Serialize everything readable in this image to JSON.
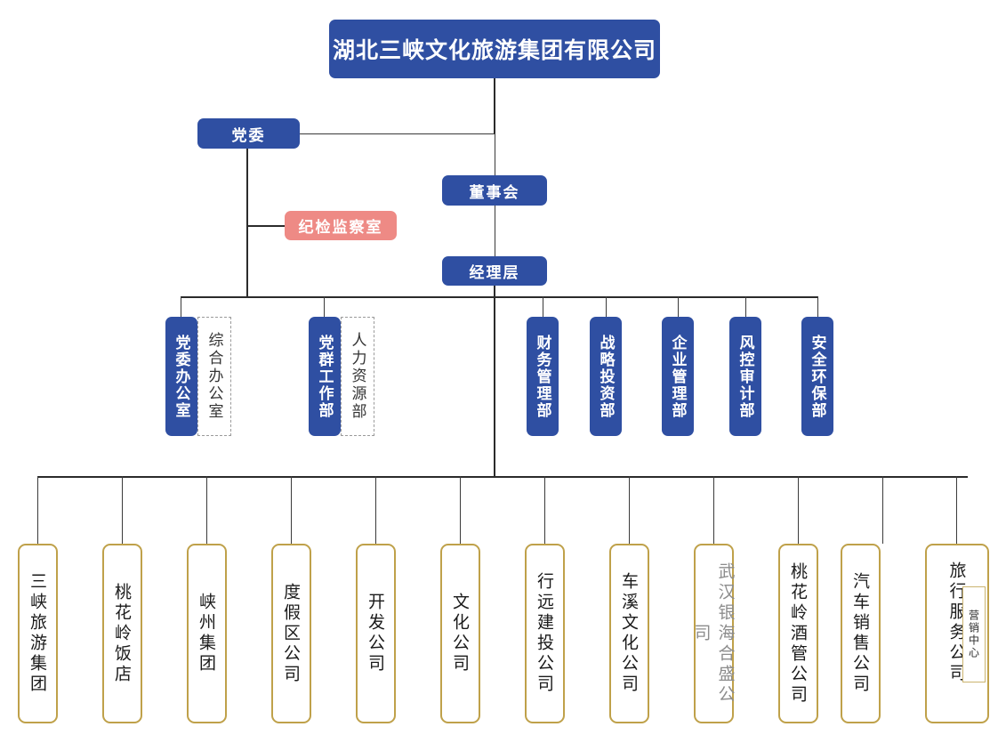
{
  "chart": {
    "type": "org-chart",
    "title": "湖北三峡文化旅游集团有限公司",
    "colors": {
      "primary_blue": "#2F4FA2",
      "accent_salmon": "#EE8A85",
      "subsidiary_gold": "#BFA14A",
      "connector": "#2b2b2b",
      "muted_text": "#8c8c8c"
    }
  },
  "root": {
    "label": "湖北三峡文化旅游集团有限公司"
  },
  "governance": {
    "party_committee": {
      "label": "党委"
    },
    "board": {
      "label": "董事会"
    },
    "management": {
      "label": "经理层"
    },
    "discipline": {
      "label": "纪检监察室"
    }
  },
  "departments": [
    {
      "primary": "党委办公室",
      "secondary": "综合办公室"
    },
    {
      "primary": "党群工作部",
      "secondary": "人力资源部"
    },
    {
      "primary": "财务管理部",
      "secondary": null
    },
    {
      "primary": "战略投资部",
      "secondary": null
    },
    {
      "primary": "企业管理部",
      "secondary": null
    },
    {
      "primary": "风控审计部",
      "secondary": null
    },
    {
      "primary": "安全环保部",
      "secondary": null
    }
  ],
  "subsidiaries": [
    {
      "label": "三峡旅游集团",
      "muted": false,
      "nested": null
    },
    {
      "label": "桃花岭饭店",
      "muted": false,
      "nested": null
    },
    {
      "label": "峡州集团",
      "muted": false,
      "nested": null
    },
    {
      "label": "度假区公司",
      "muted": false,
      "nested": null
    },
    {
      "label": "开发公司",
      "muted": false,
      "nested": null
    },
    {
      "label": "文化公司",
      "muted": false,
      "nested": null
    },
    {
      "label": "行远建投公司",
      "muted": false,
      "nested": null
    },
    {
      "label": "车溪文化公司",
      "muted": false,
      "nested": null
    },
    {
      "label": "武汉银海合盛公司",
      "muted": true,
      "nested": null
    },
    {
      "label": "桃花岭酒管公司",
      "muted": false,
      "nested": null
    },
    {
      "label": "汽车销售公司",
      "muted": false,
      "nested": null
    },
    {
      "label": "旅行服务公司",
      "muted": false,
      "nested": "营销中心"
    }
  ]
}
